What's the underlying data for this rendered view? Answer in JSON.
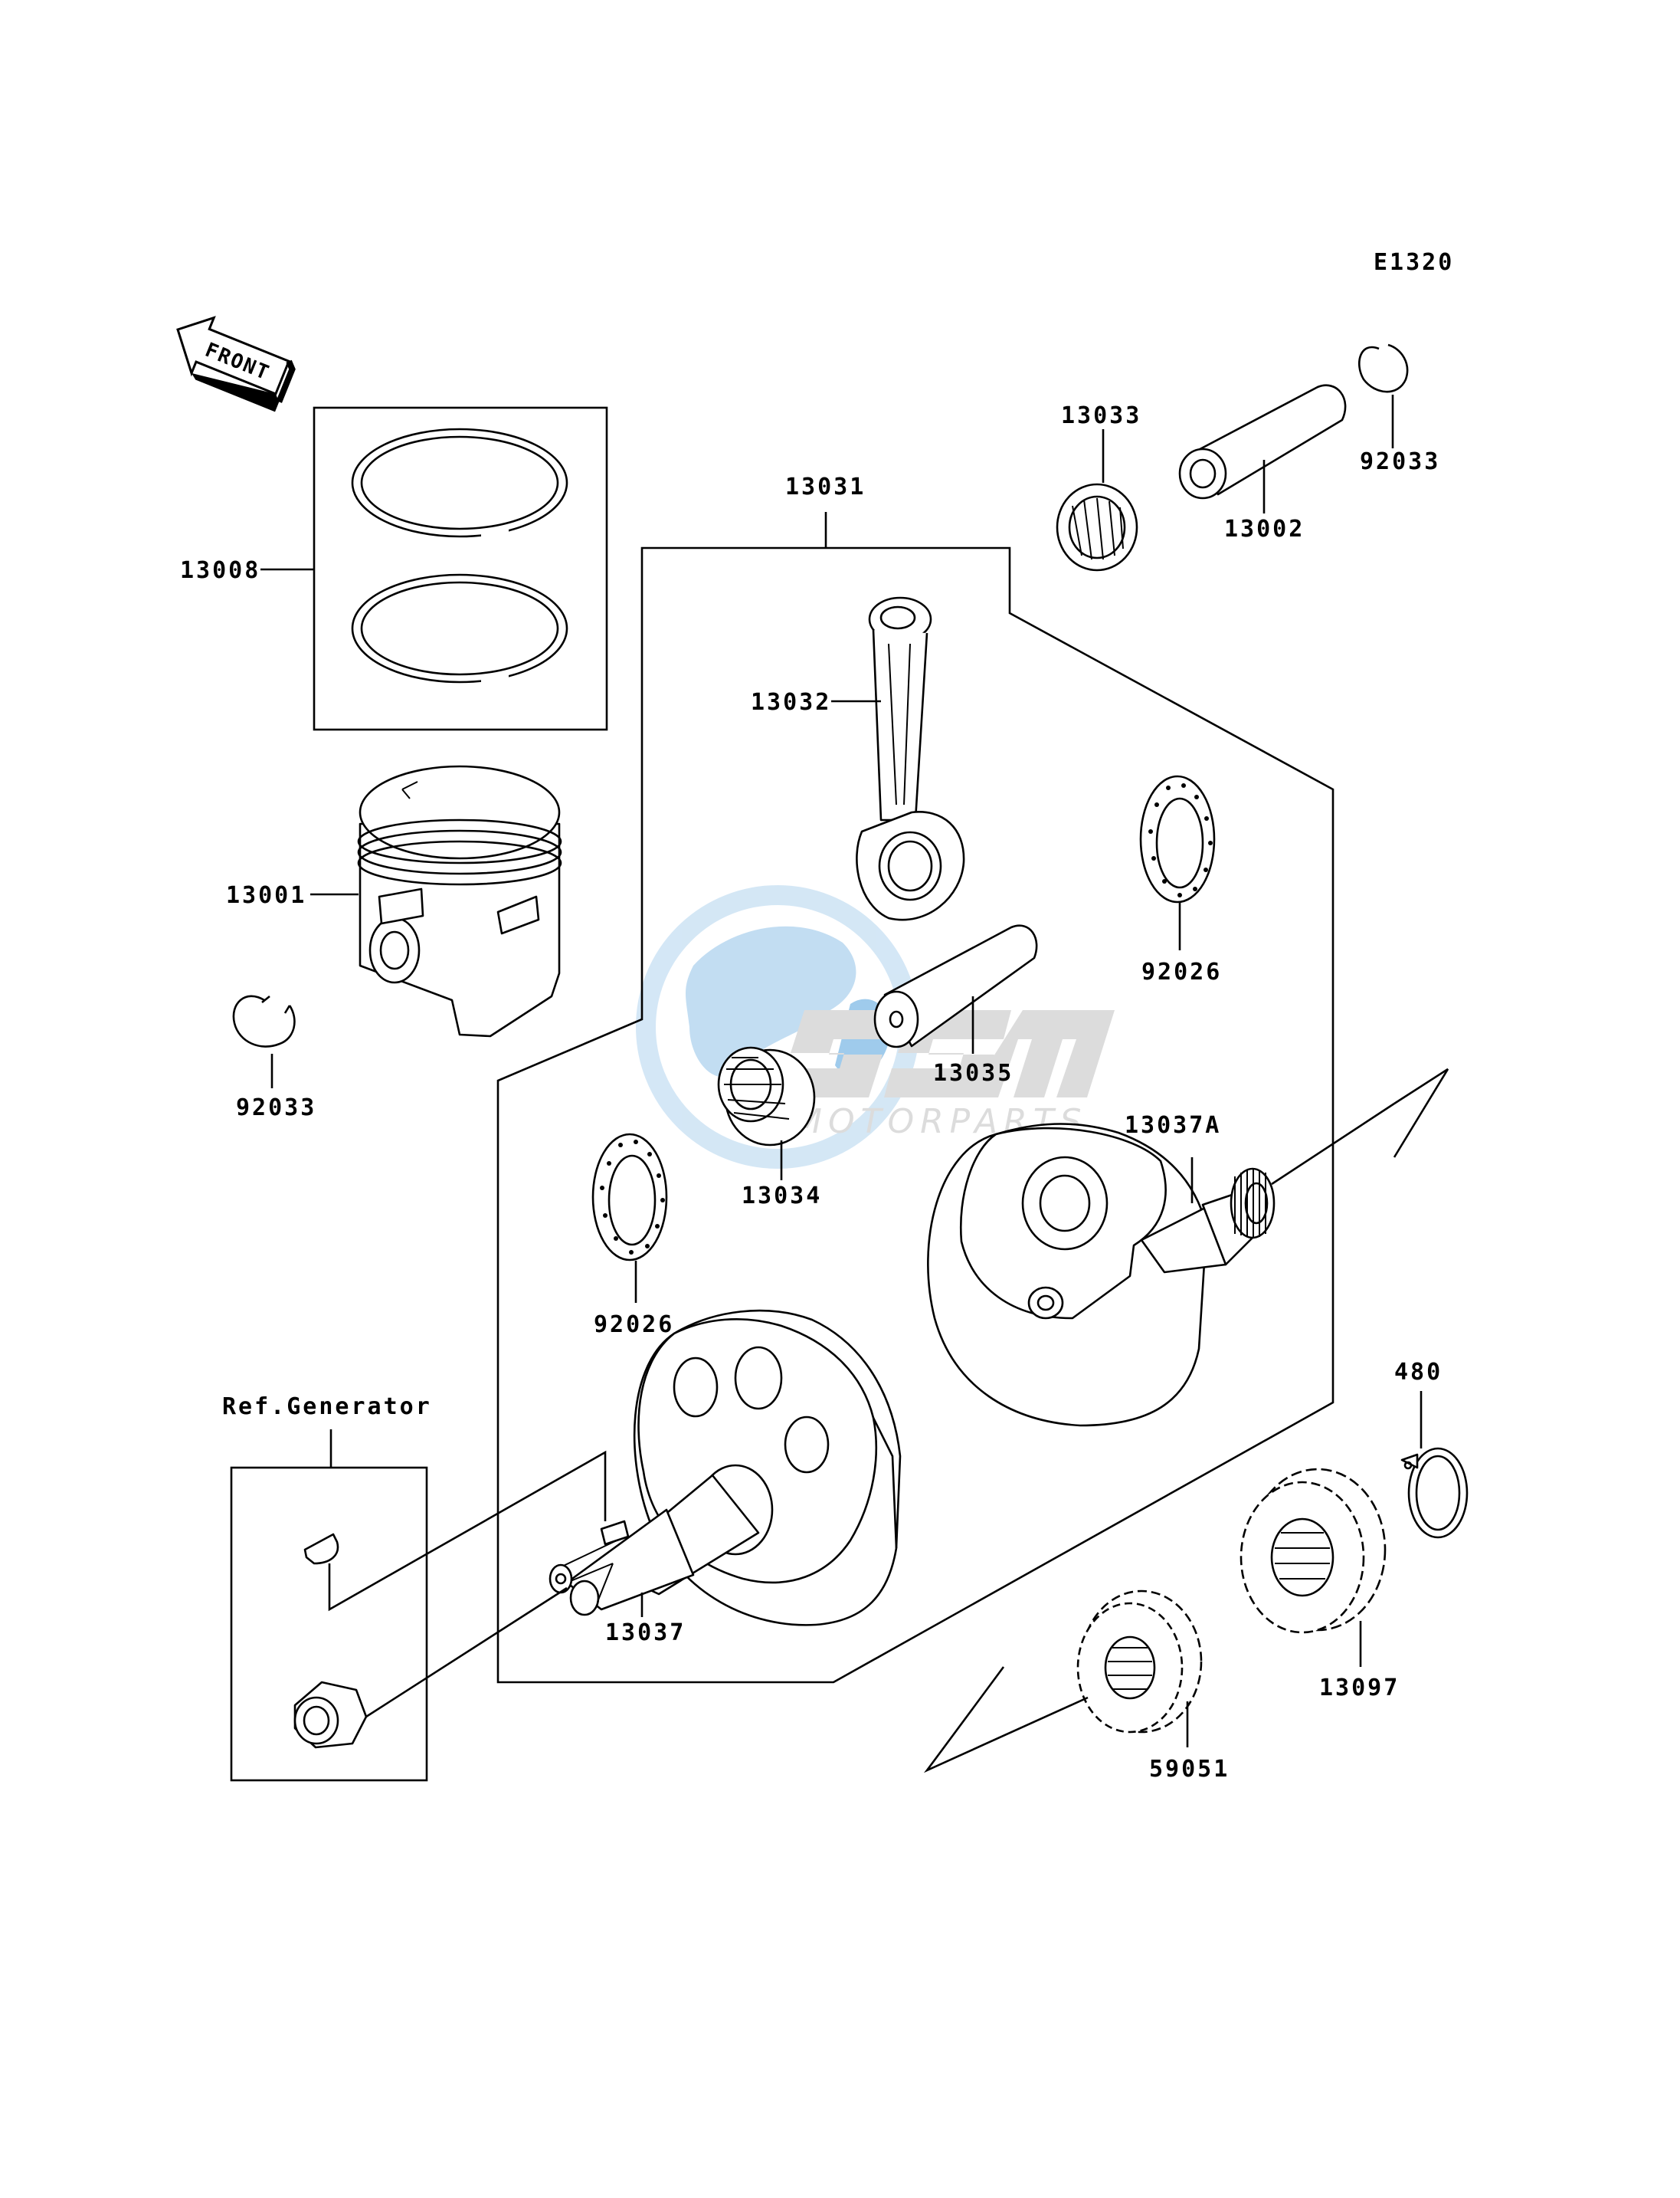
{
  "diagram_code": "E1320",
  "front_arrow_text": "FRONT",
  "ref_generator": "Ref.Generator",
  "watermark": {
    "logo": "OSM",
    "sub": "MOTORPARTS"
  },
  "parts": {
    "p13008": "13008",
    "p13001": "13001",
    "p92033_left": "92033",
    "p13031": "13031",
    "p13032": "13032",
    "p13033": "13033",
    "p13002": "13002",
    "p92033_right": "92033",
    "p92026_right": "92026",
    "p13035": "13035",
    "p13034": "13034",
    "p92026_left": "92026",
    "p13037A": "13037A",
    "p13037": "13037",
    "p480": "480",
    "p13097": "13097",
    "p59051": "59051"
  },
  "colors": {
    "line": "#000000",
    "watermark_light": "#cde3f4",
    "watermark_mid": "#8fc3e9",
    "watermark_grey": "#d6d6d6"
  }
}
